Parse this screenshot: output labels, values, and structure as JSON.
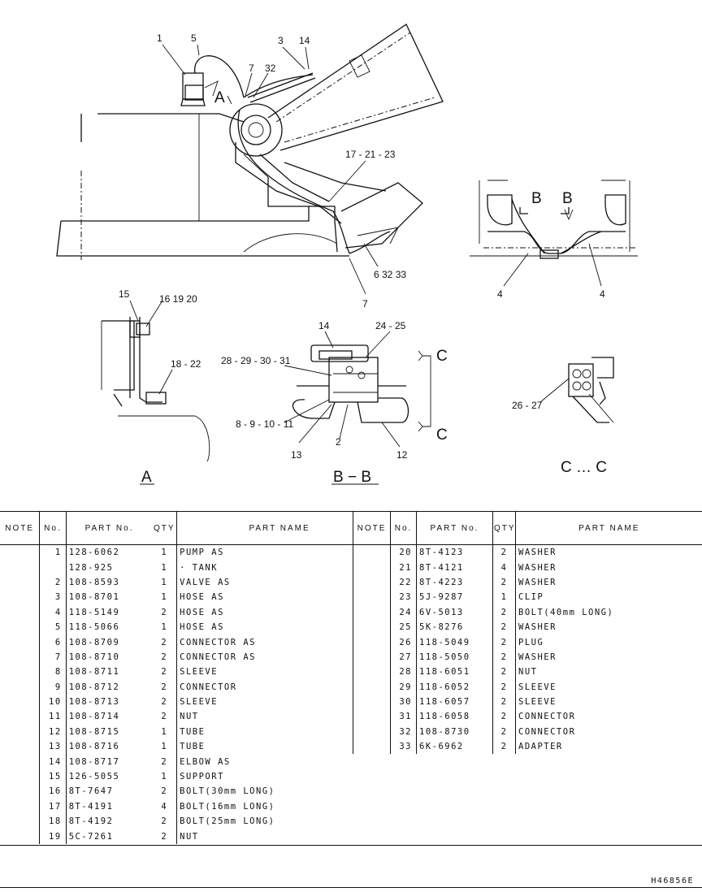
{
  "diagram": {
    "callouts": {
      "c1": "1",
      "c5": "5",
      "c3": "3",
      "c14": "14",
      "c7a": "7",
      "c32a": "32",
      "cA": "A",
      "c17": "17 - 21 - 23",
      "c6": "6  32  33",
      "c7b": "7",
      "c4a": "4",
      "c4b": "4",
      "cB1": "B",
      "cB2": "B",
      "c15": "15",
      "c16": "16  19  20",
      "c18": "18 - 22",
      "c14b": "14",
      "c24": "24 - 25",
      "c28": "28 - 29 - 30 - 31",
      "c8": "8 - 9 - 10 - 11",
      "c13": "13",
      "c2": "2",
      "c12": "12",
      "cC1": "C",
      "cC2": "C",
      "c26": "26 - 27"
    },
    "view_labels": {
      "a": "A",
      "bb": "B  −  B",
      "cc": "C  …  C"
    }
  },
  "parts_table": {
    "headers": {
      "note": "NOTE",
      "no": "No.",
      "part_no": "PART  No.",
      "qty": "QTY",
      "part_name": "PART  NAME"
    },
    "left_rows": [
      {
        "no": "1",
        "part": "128-6062",
        "qty": "1",
        "name": "PUMP  AS"
      },
      {
        "no": "",
        "part": "128-925",
        "qty": "1",
        "name": "· TANK"
      },
      {
        "no": "2",
        "part": "108-8593",
        "qty": "1",
        "name": "VALVE  AS"
      },
      {
        "no": "3",
        "part": "108-8701",
        "qty": "1",
        "name": "HOSE  AS"
      },
      {
        "no": "4",
        "part": "118-5149",
        "qty": "2",
        "name": "HOSE  AS"
      },
      {
        "no": "5",
        "part": "118-5066",
        "qty": "1",
        "name": "HOSE  AS"
      },
      {
        "no": "6",
        "part": "108-8709",
        "qty": "2",
        "name": "CONNECTOR  AS"
      },
      {
        "no": "7",
        "part": "108-8710",
        "qty": "2",
        "name": "CONNECTOR  AS"
      },
      {
        "no": "8",
        "part": "108-8711",
        "qty": "2",
        "name": "SLEEVE"
      },
      {
        "no": "9",
        "part": "108-8712",
        "qty": "2",
        "name": "CONNECTOR"
      },
      {
        "no": "10",
        "part": "108-8713",
        "qty": "2",
        "name": "SLEEVE"
      },
      {
        "no": "11",
        "part": "108-8714",
        "qty": "2",
        "name": "NUT"
      },
      {
        "no": "12",
        "part": "108-8715",
        "qty": "1",
        "name": "TUBE"
      },
      {
        "no": "13",
        "part": "108-8716",
        "qty": "1",
        "name": "TUBE"
      },
      {
        "no": "14",
        "part": "108-8717",
        "qty": "2",
        "name": "ELBOW  AS"
      },
      {
        "no": "15",
        "part": "126-5055",
        "qty": "1",
        "name": "SUPPORT"
      },
      {
        "no": "16",
        "part": "8T-7647",
        "qty": "2",
        "name": "BOLT(30mm LONG)"
      },
      {
        "no": "17",
        "part": "8T-4191",
        "qty": "4",
        "name": "BOLT(16mm LONG)"
      },
      {
        "no": "18",
        "part": "8T-4192",
        "qty": "2",
        "name": "BOLT(25mm LONG)"
      },
      {
        "no": "19",
        "part": "5C-7261",
        "qty": "2",
        "name": "NUT"
      }
    ],
    "right_rows": [
      {
        "no": "20",
        "part": "8T-4123",
        "qty": "2",
        "name": "WASHER"
      },
      {
        "no": "21",
        "part": "8T-4121",
        "qty": "4",
        "name": "WASHER"
      },
      {
        "no": "22",
        "part": "8T-4223",
        "qty": "2",
        "name": "WASHER"
      },
      {
        "no": "23",
        "part": "5J-9287",
        "qty": "1",
        "name": "CLIP"
      },
      {
        "no": "24",
        "part": "6V-5013",
        "qty": "2",
        "name": "BOLT(40mm LONG)"
      },
      {
        "no": "25",
        "part": "5K-8276",
        "qty": "2",
        "name": "WASHER"
      },
      {
        "no": "26",
        "part": "118-5049",
        "qty": "2",
        "name": "PLUG"
      },
      {
        "no": "27",
        "part": "118-5050",
        "qty": "2",
        "name": "WASHER"
      },
      {
        "no": "28",
        "part": "118-6051",
        "qty": "2",
        "name": "NUT"
      },
      {
        "no": "29",
        "part": "118-6052",
        "qty": "2",
        "name": "SLEEVE"
      },
      {
        "no": "30",
        "part": "118-6057",
        "qty": "2",
        "name": "SLEEVE"
      },
      {
        "no": "31",
        "part": "118-6058",
        "qty": "2",
        "name": "CONNECTOR"
      },
      {
        "no": "32",
        "part": "108-8730",
        "qty": "2",
        "name": "CONNECTOR"
      },
      {
        "no": "33",
        "part": "6K-6962",
        "qty": "2",
        "name": "ADAPTER"
      }
    ]
  },
  "footer_code": "H46856E"
}
